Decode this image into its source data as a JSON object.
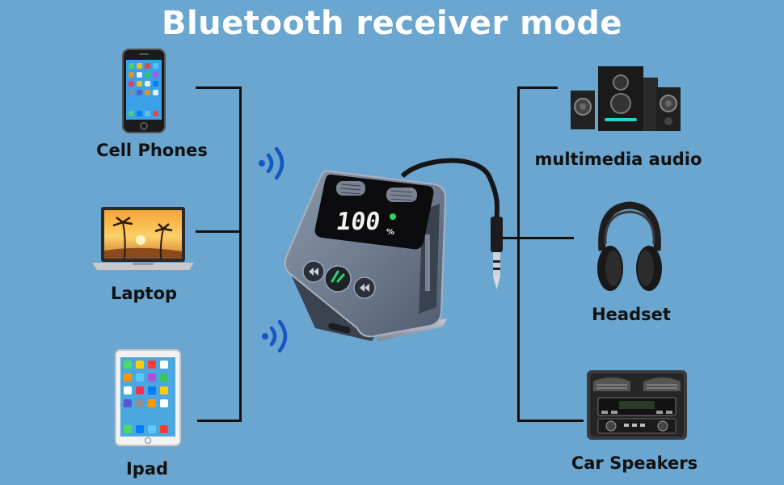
{
  "title": "Bluetooth receiver mode",
  "sources": [
    {
      "label": "Cell Phones",
      "icon": "cell-phone-icon"
    },
    {
      "label": "Laptop",
      "icon": "laptop-icon"
    },
    {
      "label": "Ipad",
      "icon": "ipad-icon"
    }
  ],
  "outputs": [
    {
      "label": "multimedia audio",
      "icon": "speakers-icon"
    },
    {
      "label": "Headset",
      "icon": "headset-icon"
    },
    {
      "label": "Car Speakers",
      "icon": "car-stereo-icon"
    }
  ],
  "device": {
    "display": "100",
    "unit": "%"
  },
  "colors": {
    "background": "#6aa6cf",
    "wave": "#1257c4",
    "lines": "#111111",
    "title": "#ffffff",
    "accent": "#2bd46a"
  }
}
